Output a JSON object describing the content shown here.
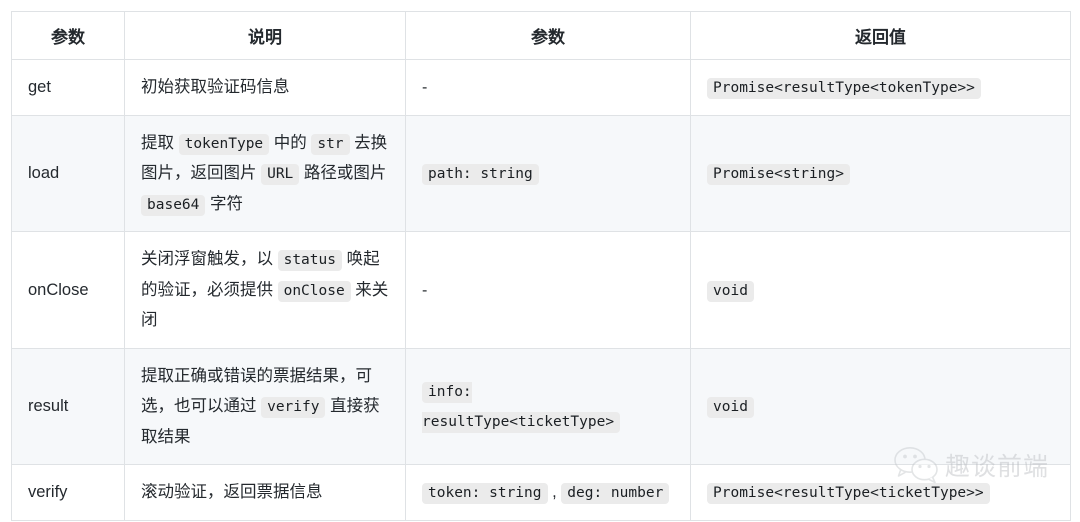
{
  "table": {
    "headers": [
      "参数",
      "说明",
      "参数",
      "返回值"
    ],
    "rows": [
      {
        "name": "get",
        "desc_parts": [
          {
            "type": "text",
            "value": "初始获取验证码信息"
          }
        ],
        "params_parts": [
          {
            "type": "text",
            "value": "-"
          }
        ],
        "returns_parts": [
          {
            "type": "code",
            "value": "Promise<resultType<tokenType>>"
          }
        ]
      },
      {
        "name": "load",
        "desc_parts": [
          {
            "type": "text",
            "value": "提取 "
          },
          {
            "type": "code",
            "value": "tokenType"
          },
          {
            "type": "text",
            "value": " 中的 "
          },
          {
            "type": "code",
            "value": "str"
          },
          {
            "type": "text",
            "value": " 去换图片，返回图片 "
          },
          {
            "type": "code",
            "value": "URL"
          },
          {
            "type": "text",
            "value": " 路径或图片 "
          },
          {
            "type": "code",
            "value": "base64"
          },
          {
            "type": "text",
            "value": " 字符"
          }
        ],
        "params_parts": [
          {
            "type": "code",
            "value": "path: string"
          }
        ],
        "returns_parts": [
          {
            "type": "code",
            "value": "Promise<string>"
          }
        ]
      },
      {
        "name": "onClose",
        "desc_parts": [
          {
            "type": "text",
            "value": "关闭浮窗触发，以 "
          },
          {
            "type": "code",
            "value": "status"
          },
          {
            "type": "text",
            "value": " 唤起的验证，必须提供 "
          },
          {
            "type": "code",
            "value": "onClose"
          },
          {
            "type": "text",
            "value": " 来关闭"
          }
        ],
        "params_parts": [
          {
            "type": "text",
            "value": "-"
          }
        ],
        "returns_parts": [
          {
            "type": "code",
            "value": "void"
          }
        ]
      },
      {
        "name": "result",
        "desc_parts": [
          {
            "type": "text",
            "value": "提取正确或错误的票据结果，可选，也可以通过 "
          },
          {
            "type": "code",
            "value": "verify"
          },
          {
            "type": "text",
            "value": " 直接获取结果"
          }
        ],
        "params_parts": [
          {
            "type": "code",
            "value": "info: resultType<ticketType>"
          }
        ],
        "returns_parts": [
          {
            "type": "code",
            "value": "void"
          }
        ]
      },
      {
        "name": "verify",
        "desc_parts": [
          {
            "type": "text",
            "value": "滚动验证，返回票据信息"
          }
        ],
        "params_parts": [
          {
            "type": "code",
            "value": "token: string"
          },
          {
            "type": "text",
            "value": " , "
          },
          {
            "type": "code",
            "value": "deg: number"
          }
        ],
        "returns_parts": [
          {
            "type": "code",
            "value": "Promise<resultType<ticketType>>"
          }
        ]
      }
    ]
  },
  "watermark": {
    "text": "趣谈前端",
    "icon": "wechat-icon",
    "color": "#b9bcc0"
  },
  "colors": {
    "border": "#dfe2e5",
    "stripe": "#f6f8fa",
    "code_bg": "#ebebeb",
    "text": "#24292e"
  }
}
